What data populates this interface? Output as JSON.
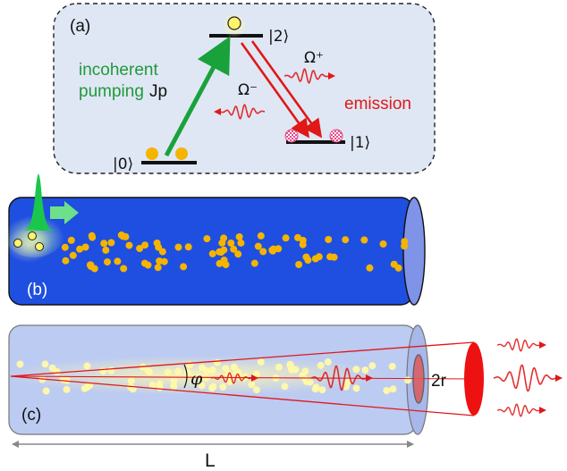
{
  "panel_a": {
    "label": "(a)",
    "level0": "|0⟩",
    "level1": "|1⟩",
    "level2": "|2⟩",
    "pump_line1": "incoherent",
    "pump_line2": "pumping",
    "pump_symbol": "Jp",
    "omega_plus": "Ω⁺",
    "omega_minus": "Ω⁻",
    "emission": "emission"
  },
  "panel_b": {
    "label": "(b)"
  },
  "panel_c": {
    "label": "(c)",
    "angle": "φ",
    "radius": "2r"
  },
  "length": "L",
  "colors": {
    "tube_blue": "#1f4fe0",
    "tube_light": "#bccbf2",
    "atom": "#f5b400",
    "pump_green": "#19a23b",
    "emission_red": "#e01818",
    "box_fill": "#dfe7f4"
  }
}
